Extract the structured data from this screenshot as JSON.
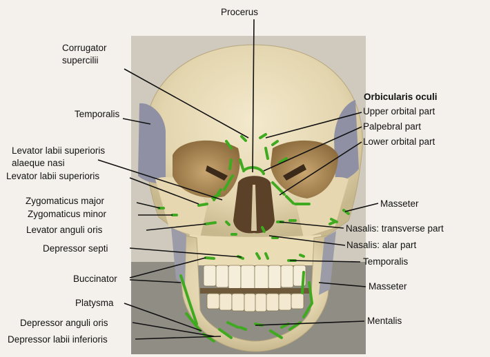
{
  "labels": {
    "procerus": "Procerus",
    "corrugator_1": "Corrugator",
    "corrugator_2": "supercilii",
    "temporalis_left": "Temporalis",
    "levator_labii_sup_alaeque_1": "Levator labii superioris",
    "levator_labii_sup_alaeque_2": "alaeque nasi",
    "levator_labii_sup": "Levator labii superioris",
    "zygomaticus_major": "Zygomaticus major",
    "zygomaticus_minor": "Zygomaticus minor",
    "levator_anguli_oris": "Levator anguli oris",
    "depressor_septi": "Depressor septi",
    "buccinator": "Buccinator",
    "platysma": "Platysma",
    "depressor_anguli_oris": "Depressor anguli oris",
    "depressor_labii_inferioris": "Depressor labii inferioris",
    "orbicularis_oculi": "Orbicularis oculi",
    "upper_orbital_part": "Upper orbital part",
    "palpebral_part": "Palpebral part",
    "lower_orbital_part": "Lower orbital part",
    "masseter_upper": "Masseter",
    "nasalis_transverse": "Nasalis: transverse part",
    "nasalis_alar": "Nasalis: alar part",
    "temporalis_right": "Temporalis",
    "masseter_lower": "Masseter",
    "mentalis": "Mentalis"
  },
  "colors": {
    "muscle_attachment": "#3faa1f",
    "skull_bone": "#ece0bf",
    "temporal_region": "#8d8ea0",
    "leader_line": "#111111",
    "photo_background": "#c9c4b6"
  }
}
